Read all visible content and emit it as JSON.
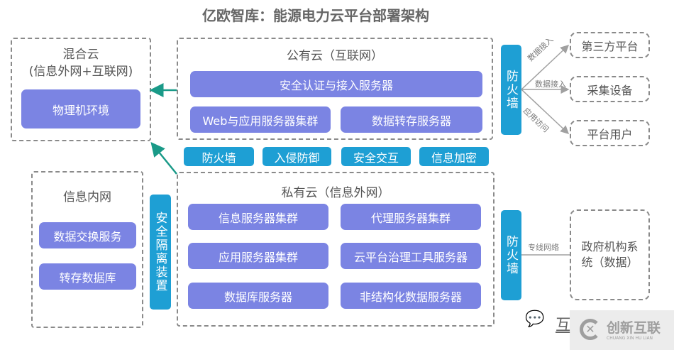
{
  "title": "亿欧智库：能源电力云平台部署架构",
  "hybrid": {
    "title": "混合云",
    "subtitle": "(信息外网+互联网)",
    "box": "物理机环境"
  },
  "public": {
    "title": "公有云（互联网）",
    "auth": "安全认证与接入服务器",
    "web": "Web与应用服务器集群",
    "transfer": "数据转存服务器"
  },
  "security": [
    "防火墙",
    "入侵防御",
    "安全交互",
    "信息加密"
  ],
  "private": {
    "title": "私有云（信息外网）",
    "boxes": [
      "信息服务器集群",
      "代理服务器集群",
      "应用服务器集群",
      "云平台治理工具服务器",
      "数据库服务器",
      "非结构化数据服务器"
    ]
  },
  "intranet": {
    "title": "信息内网",
    "boxes": [
      "数据交换服务",
      "转存数据库"
    ]
  },
  "isolation": "安全隔离装置",
  "firewall1": "防火墙",
  "firewall2": "防火墙",
  "external": {
    "targets": [
      "第三方平台",
      "采集设备",
      "平台用户"
    ],
    "links": [
      "数据接入",
      "数据接入",
      "应用访问"
    ]
  },
  "gov": {
    "box": "政府机构系统（数据）",
    "link": "专线网络"
  },
  "watermark": {
    "brand": "创新互联",
    "sub": "CHUANG XIN HU LIAN",
    "partial": "互"
  },
  "colors": {
    "purple": "#7b84e3",
    "blue": "#1e9fd4",
    "arrow": "#1a9a88"
  }
}
